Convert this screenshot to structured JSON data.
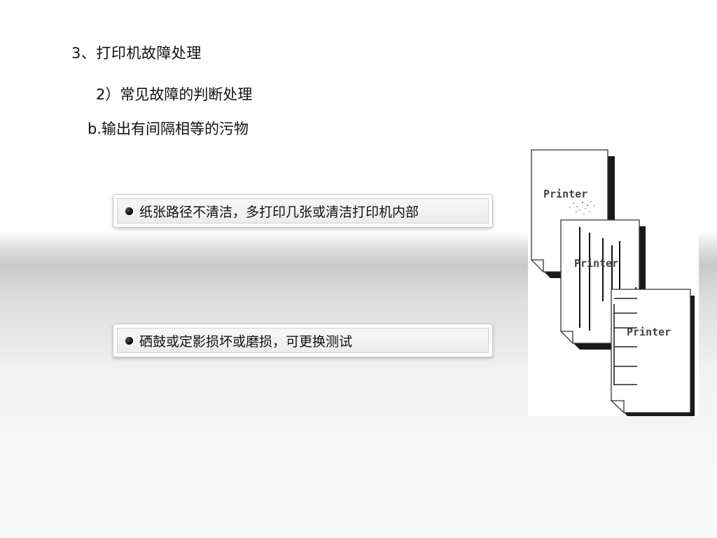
{
  "heading": "3、打印机故障处理",
  "subheading": "2）常见故障的判断处理",
  "item": "b.输出有间隔相等的污物",
  "bullets": [
    "纸张路径不清洁，多打印几张或清洁打印机内部",
    "硒鼓或定影损坏或磨损，可更换测试"
  ],
  "illustration": {
    "page_labels": [
      "Printer",
      "Printer",
      "Printer"
    ]
  }
}
